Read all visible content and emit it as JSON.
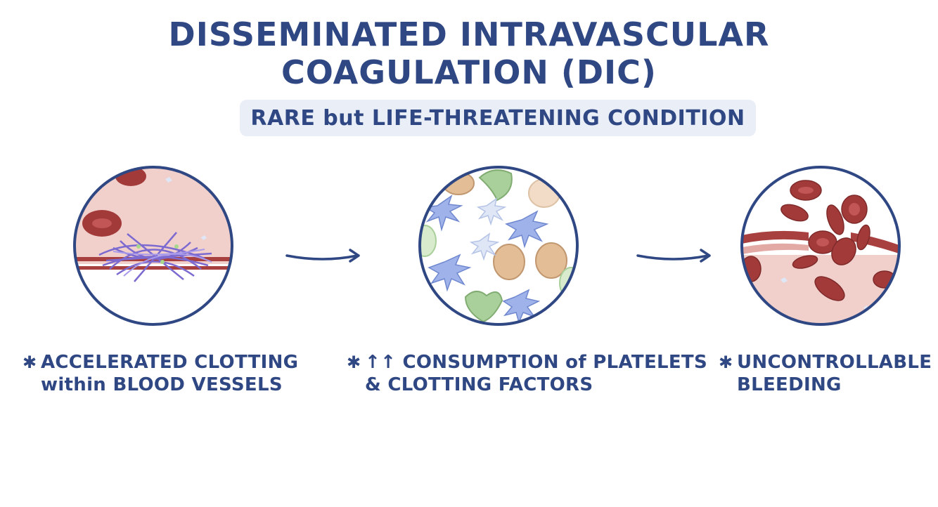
{
  "title_line1": "DISSEMINATED INTRAVASCULAR",
  "title_line2": "COAGULATION (DIC)",
  "subtitle": "RARE but LIFE-THREATENING CONDITION",
  "steps": [
    {
      "bullet": "✱",
      "line1": "ACCELERATED CLOTTING",
      "line2": "within BLOOD VESSELS",
      "icon": "blood-clot-in-vessel-illustration"
    },
    {
      "bullet": "✱",
      "line1": "↑↑ CONSUMPTION of PLATELETS",
      "line2": "& CLOTTING FACTORS",
      "icon": "platelets-and-clotting-factors-illustration"
    },
    {
      "bullet": "✱",
      "line1": "UNCONTROLLABLE",
      "line2": "BLEEDING",
      "icon": "bleeding-vessel-illustration"
    }
  ],
  "colors": {
    "ink": "#2f4783",
    "subtitle_bg": "#e9eef7",
    "tissue": "#f1d0cc",
    "rbc": "#a23a3a",
    "vessel_wall": "#a8403f",
    "clot": "#7c6ad0",
    "platelet": "#9fb3ea",
    "factor_green": "#a9cf9a",
    "factor_tan": "#e3bd95"
  }
}
